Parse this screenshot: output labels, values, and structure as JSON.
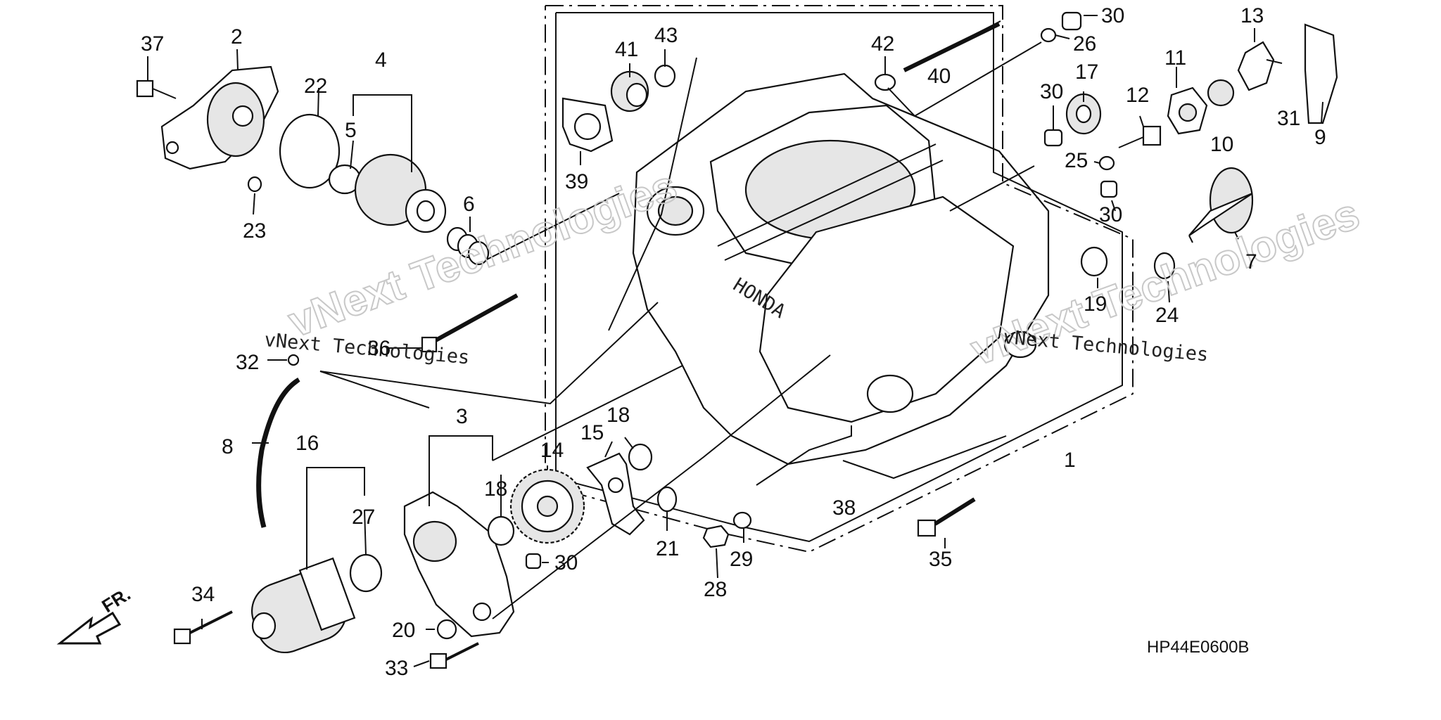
{
  "diagram": {
    "code": "HP44E0600B",
    "front_marker": "FR.",
    "watermark_big": "vNext Technologies",
    "watermark_small": "vNext Technologies",
    "brand_mark": "HONDA",
    "callouts": [
      {
        "id": "n37",
        "text": "37"
      },
      {
        "id": "n2",
        "text": "2"
      },
      {
        "id": "n22",
        "text": "22"
      },
      {
        "id": "n4",
        "text": "4"
      },
      {
        "id": "n5",
        "text": "5"
      },
      {
        "id": "n6",
        "text": "6"
      },
      {
        "id": "n23",
        "text": "23"
      },
      {
        "id": "n41",
        "text": "41"
      },
      {
        "id": "n43",
        "text": "43"
      },
      {
        "id": "n39",
        "text": "39"
      },
      {
        "id": "n42",
        "text": "42"
      },
      {
        "id": "n40",
        "text": "40"
      },
      {
        "id": "n30a",
        "text": "30"
      },
      {
        "id": "n26",
        "text": "26"
      },
      {
        "id": "n13",
        "text": "13"
      },
      {
        "id": "n11",
        "text": "11"
      },
      {
        "id": "n31",
        "text": "31"
      },
      {
        "id": "n9",
        "text": "9"
      },
      {
        "id": "n17",
        "text": "17"
      },
      {
        "id": "n30b",
        "text": "30"
      },
      {
        "id": "n12",
        "text": "12"
      },
      {
        "id": "n10",
        "text": "10"
      },
      {
        "id": "n25",
        "text": "25"
      },
      {
        "id": "n30c",
        "text": "30"
      },
      {
        "id": "n7",
        "text": "7"
      },
      {
        "id": "n19",
        "text": "19"
      },
      {
        "id": "n24",
        "text": "24"
      },
      {
        "id": "n36",
        "text": "36"
      },
      {
        "id": "n32",
        "text": "32"
      },
      {
        "id": "n8",
        "text": "8"
      },
      {
        "id": "n16",
        "text": "16"
      },
      {
        "id": "n3",
        "text": "3"
      },
      {
        "id": "n18a",
        "text": "18"
      },
      {
        "id": "n15",
        "text": "15"
      },
      {
        "id": "n14",
        "text": "14"
      },
      {
        "id": "n18b",
        "text": "18"
      },
      {
        "id": "n1",
        "text": "1"
      },
      {
        "id": "n38",
        "text": "38"
      },
      {
        "id": "n27",
        "text": "27"
      },
      {
        "id": "n30d",
        "text": "30"
      },
      {
        "id": "n21",
        "text": "21"
      },
      {
        "id": "n34",
        "text": "34"
      },
      {
        "id": "n28",
        "text": "28"
      },
      {
        "id": "n29",
        "text": "29"
      },
      {
        "id": "n35",
        "text": "35"
      },
      {
        "id": "n20",
        "text": "20"
      },
      {
        "id": "n33",
        "text": "33"
      }
    ]
  }
}
